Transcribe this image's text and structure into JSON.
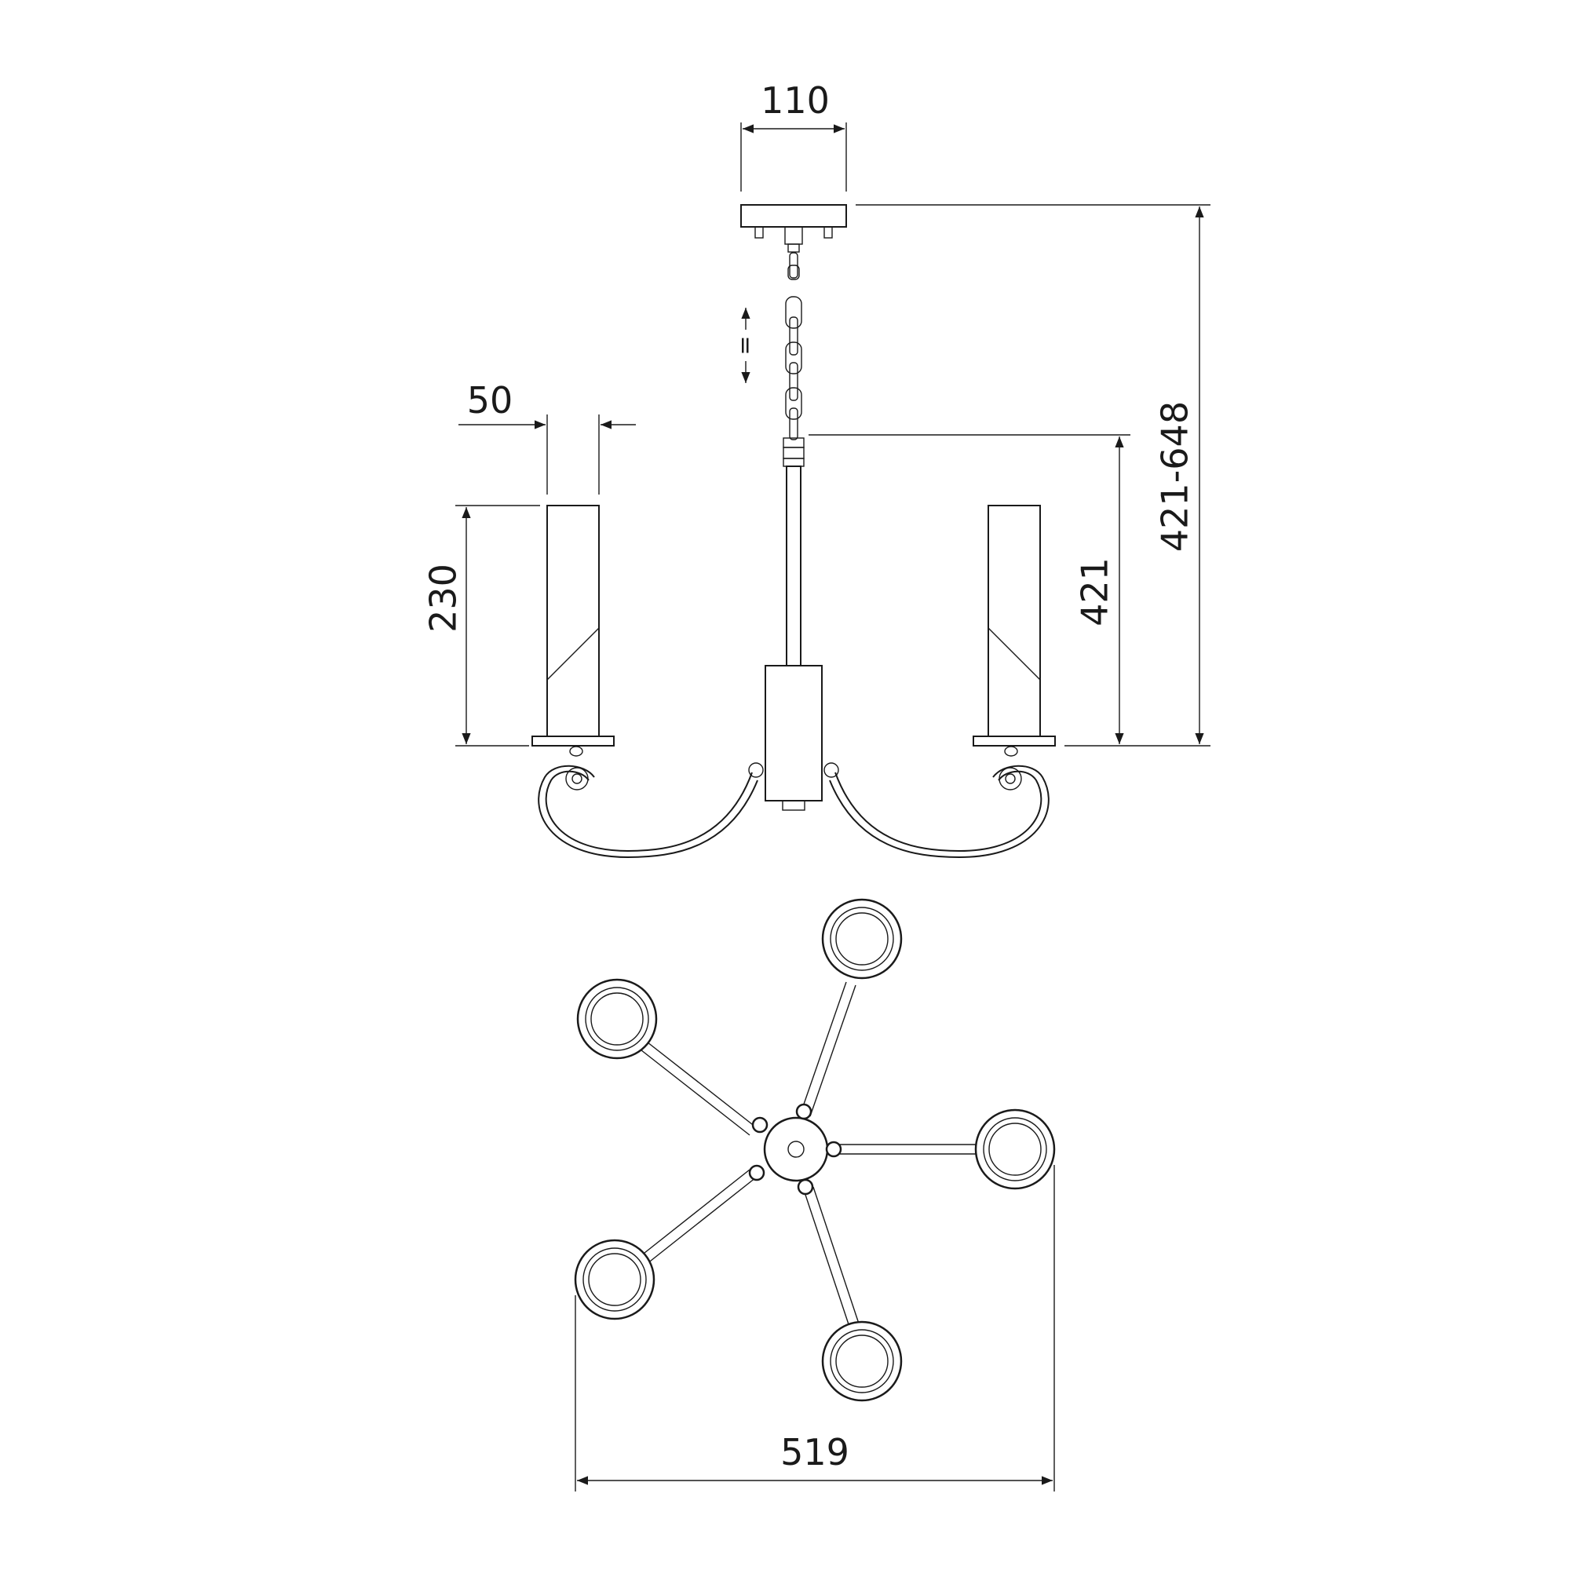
{
  "dimensions": {
    "canopy_width": "110",
    "shade_diameter": "50",
    "shade_height": "230",
    "body_height": "421",
    "total_height": "421-648",
    "span_width": "519",
    "chain_adjust_symbol": "="
  },
  "colors": {
    "line": "#1a1a1a",
    "background": "#ffffff"
  }
}
